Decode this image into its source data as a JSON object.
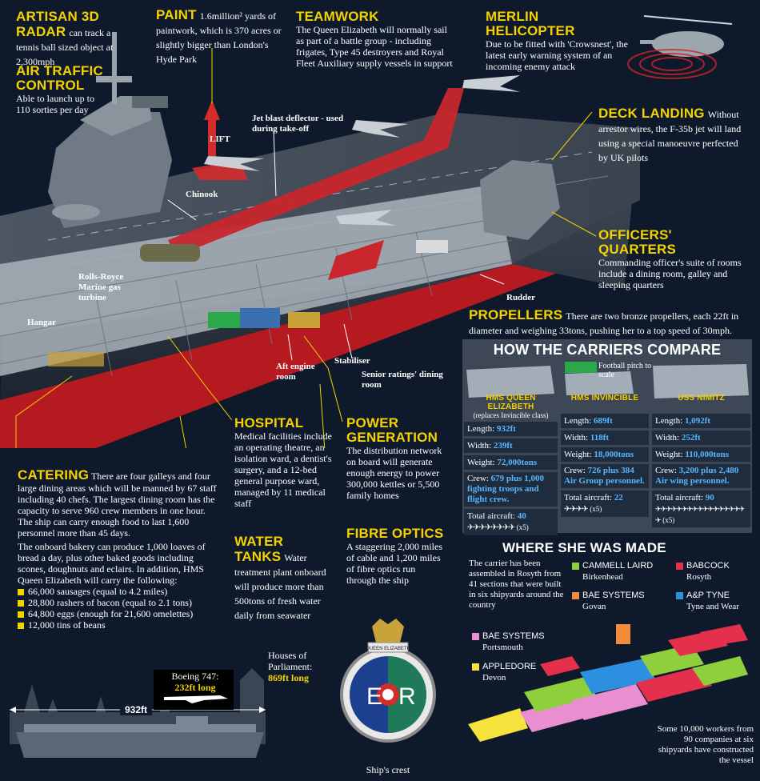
{
  "radar": {
    "title": "ARTISAN 3D RADAR",
    "text": "can track a tennis ball sized object at 2,300mph"
  },
  "atc": {
    "title": "AIR TRAFFIC CONTROL",
    "text": "Able to launch up to 110 sorties per day"
  },
  "paint": {
    "title": "PAINT",
    "text": "1.6million² yards of paintwork, which is 370 acres or slightly bigger than London's Hyde Park"
  },
  "teamwork": {
    "title": "TEAMWORK",
    "text": "The Queen Elizabeth will normally sail as part of a battle group - including frigates, Type 45 destroyers and Royal Fleet Auxiliary supply vessels in support"
  },
  "merlin": {
    "title": "MERLIN HELICOPTER",
    "text": "Due to be fitted with 'Crowsnest', the latest early warning system of an incoming enemy attack"
  },
  "deck_landing": {
    "title": "DECK LANDING",
    "text": "Without arrestor wires, the F-35b jet will land using a special manoeuvre perfected by UK pilots"
  },
  "officers": {
    "title": "OFFICERS' QUARTERS",
    "text": "Commanding officer's suite of rooms include a dining room, galley and sleeping quarters"
  },
  "propellers": {
    "title": "PROPELLERS",
    "text": "There are two bronze propellers, each 22ft in diameter and weighing 33tons, pushing her to a top speed of 30mph."
  },
  "labels": {
    "lift": "LIFT",
    "jet_blast": "Jet blast deflector - used during take-off",
    "chinook": "Chinook",
    "rolls_royce": "Rolls-Royce Marine gas turbine",
    "hangar": "Hangar",
    "rudder": "Rudder",
    "aft_engine": "Aft engine room",
    "stabiliser": "Stabiliser",
    "senior_dining": "Senior ratings' dining room"
  },
  "hospital": {
    "title": "HOSPITAL",
    "text": "Medical facilities include an operating theatre, an isolation ward, a dentist's surgery, and a 12-bed general purpose ward, managed by 11 medical staff"
  },
  "power": {
    "title": "POWER GENERATION",
    "text": "The distribution network on board will generate enough energy to power 300,000 kettles or 5,500 family homes"
  },
  "fibre": {
    "title": "FIBRE OPTICS",
    "text": "A staggering 2,000 miles of cable and 1,200 miles of fibre optics run through the ship"
  },
  "water": {
    "title": "WATER TANKS",
    "text": "Water treatment plant onboard will produce more than 500tons of fresh water daily from seawater"
  },
  "catering": {
    "title": "CATERING",
    "p1": "There are four galleys and four large dining areas which will be manned by 67 staff including 40 chefs. The largest dining room has the capacity to serve 960 crew members in one hour.",
    "p2": "The ship can carry enough food to last 1,600 personnel more than 45 days.",
    "p3": "The onboard bakery can produce 1,000 loaves of bread a day, plus other baked goods including scones, doughnuts and eclairs. In addition, HMS Queen Elizabeth will carry the following:",
    "items": [
      "66,000 sausages (equal to 4.2 miles)",
      "28,800 rashers of bacon (equal to 2.1 tons)",
      "64,800 eggs (enough for 21,600 omelettes)",
      "12,000 tins of beans"
    ]
  },
  "scale": {
    "boeing_label": "Boeing 747:",
    "boeing_value": "232ft long",
    "parliament_label": "Houses of Parliament:",
    "parliament_value": "869ft long",
    "ship_length": "932ft"
  },
  "crest": {
    "label": "Ship's crest",
    "ribbon": "QUEEN ELIZABETH",
    "left": "E",
    "right": "R"
  },
  "compare": {
    "title": "HOW THE CARRIERS COMPARE",
    "football_label": "Football pitch to scale",
    "ships": [
      {
        "name": "HMS QUEEN ELIZABETH",
        "note": "(replaces Invincible class)",
        "length_label": "Length:",
        "length": "932ft",
        "width_label": "Width:",
        "width": "239ft",
        "weight_label": "Weight:",
        "weight": "72,000tons",
        "crew_label": "Crew:",
        "crew": "679 plus 1,000 fighting troops and flight crew.",
        "aircraft_label": "Total aircraft:",
        "aircraft": "40",
        "multiplier": "(x5)",
        "icons": 8
      },
      {
        "name": "HMS INVINCIBLE",
        "note": "",
        "length_label": "Length:",
        "length": "689ft",
        "width_label": "Width:",
        "width": "118ft",
        "weight_label": "Weight:",
        "weight": "18,000tons",
        "crew_label": "Crew:",
        "crew": "726 plus 384 Air Group personnel.",
        "aircraft_label": "Total aircraft:",
        "aircraft": "22",
        "multiplier": "(x5)",
        "icons": 4
      },
      {
        "name": "USS NIMITZ",
        "note": "",
        "length_label": "Length:",
        "length": "1,092ft",
        "width_label": "Width:",
        "width": "252ft",
        "weight_label": "Weight:",
        "weight": "110,000tons",
        "crew_label": "Crew:",
        "crew": "3,200 plus 2,480 Air wing personnel.",
        "aircraft_label": "Total aircraft:",
        "aircraft": "90",
        "multiplier": "(x5)",
        "icons": 18
      }
    ]
  },
  "made": {
    "title": "WHERE SHE WAS MADE",
    "intro": "The carrier has been assembled in Rosyth from 41 sections that were built in six shipyards around the country",
    "yards": [
      {
        "name": "CAMMELL LAIRD",
        "place": "Birkenhead",
        "color": "#8fce3c"
      },
      {
        "name": "BABCOCK",
        "place": "Rosyth",
        "color": "#e4304a"
      },
      {
        "name": "BAE SYSTEMS",
        "place": "Govan",
        "color": "#f28c3a"
      },
      {
        "name": "A&P TYNE",
        "place": "Tyne and Wear",
        "color": "#2d8fe0"
      },
      {
        "name": "BAE SYSTEMS",
        "place": "Portsmouth",
        "color": "#e98fd0"
      },
      {
        "name": "APPLEDORE",
        "place": "Devon",
        "color": "#f5e23c"
      }
    ],
    "workers": "Some 10,000 workers from 90 companies at six shipyards have constructed the vessel"
  }
}
